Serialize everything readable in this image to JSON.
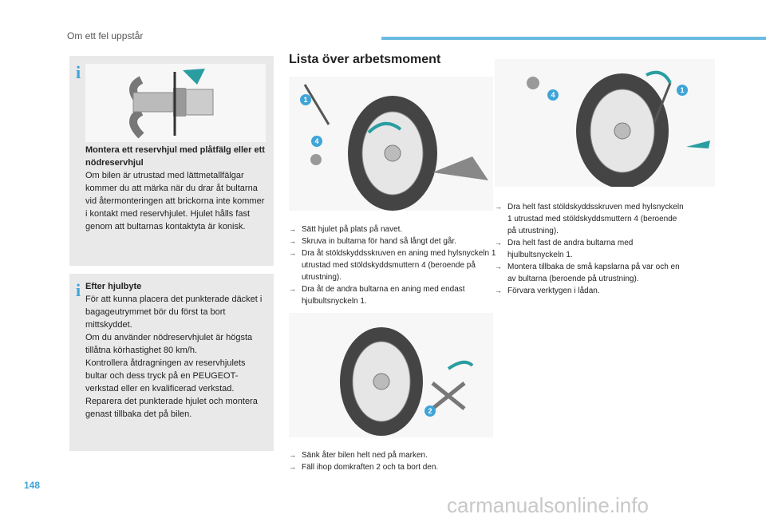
{
  "header": {
    "title": "Om ett fel uppstår",
    "accent_color": "#6bbbe1"
  },
  "page_number": "148",
  "info_box_1": {
    "heading": "Montera ett reservhjul med plåtfälg eller ett nödreservhjul",
    "body": "Om bilen är utrustad med lättmetallfälgar kommer du att märka när du drar åt bultarna vid återmonteringen att brickorna inte kommer i kontakt med reservhjulet. Hjulet hålls fast genom att bultarnas kontaktyta är konisk."
  },
  "info_box_2": {
    "heading": "Efter hjulbyte",
    "body": "För att kunna placera det punkterade däcket i bagageutrymmet bör du först ta bort mittskyddet.\nOm du använder nödreservhjulet är högsta tillåtna körhastighet 80 km/h.\nKontrollera åtdragningen av reservhjulets bultar och dess tryck på en PEUGEOT-verkstad eller en kvalificerad verkstad.\nReparera det punkterade hjulet och montera genast tillbaka det på bilen."
  },
  "section": {
    "title": "Lista över arbetsmoment"
  },
  "steps_col1": [
    "Sätt hjulet på plats på navet.",
    "Skruva in bultarna för hand så långt det går.",
    "Dra åt stöldskyddsskruven en aning med hylsnyckeln 1 utrustad med stöldskyddsmuttern 4 (beroende på utrustning).",
    "Dra åt de andra bultarna en aning med endast hjulbultsnyckeln 1."
  ],
  "steps_col2": [
    "Dra helt fast stöldskyddsskruven med hylsnyckeln 1 utrustad med stöldskyddsmuttern 4 (beroende på utrustning).",
    "Dra helt fast de andra bultarna med hjulbultsnyckeln 1.",
    "Montera tillbaka de små kapslarna på var och en av bultarna (beroende på utrustning).",
    "Förvara verktygen i lådan."
  ],
  "steps_col3": [
    "Sänk åter bilen helt ned på marken.",
    "Fäll ihop domkraften 2 och ta bort den."
  ],
  "badges": {
    "one": "1",
    "two": "2",
    "four": "4"
  },
  "watermark": "carmanualsonline.info",
  "colors": {
    "badge": "#3fa4d8",
    "arrow": "#2a9da0",
    "box_bg": "#e9e9e9"
  }
}
